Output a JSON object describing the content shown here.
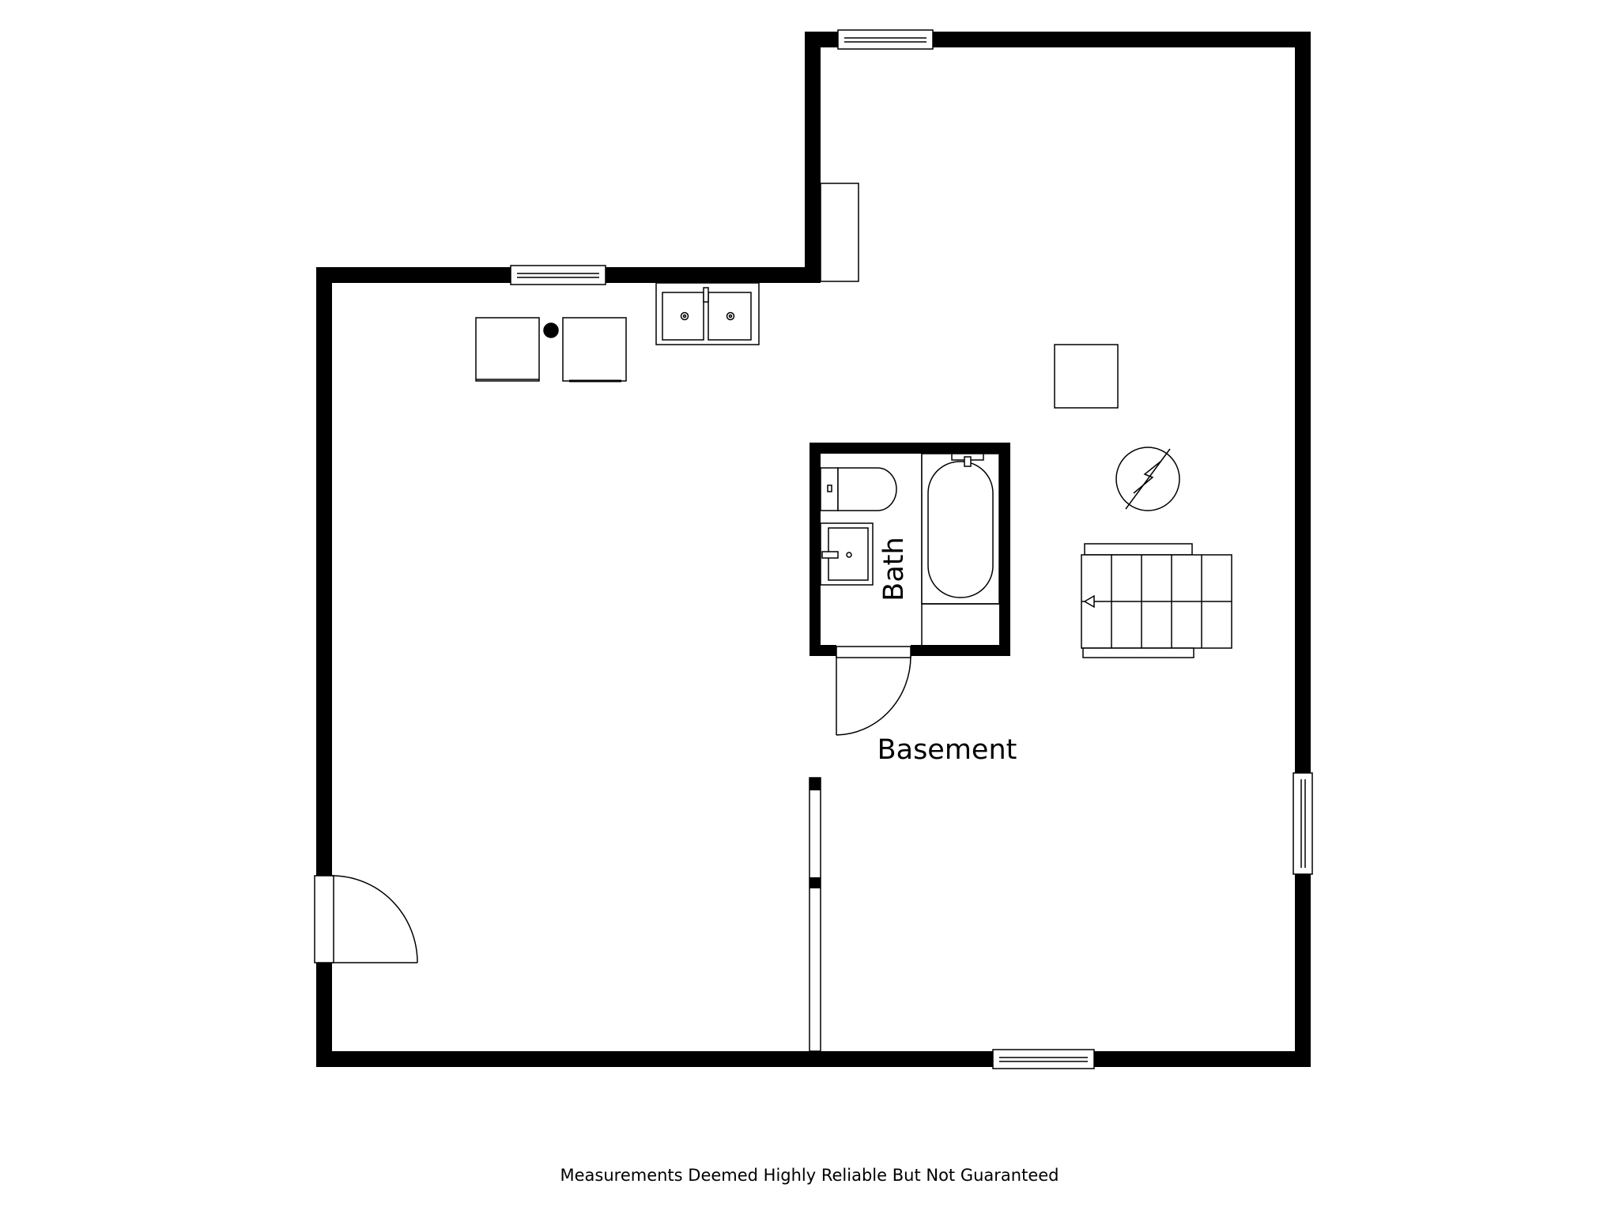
{
  "floorplan": {
    "rooms": {
      "basement": "Basement",
      "bath": "Bath"
    },
    "disclaimer": "Measurements Deemed Highly Reliable But Not Guaranteed"
  },
  "colors": {
    "wall": "#000000",
    "fixture_stroke": "#000000",
    "background": "#ffffff"
  },
  "icons": {
    "water_heater": "water-heater-icon",
    "electrical_panel": "electrical-panel-icon",
    "stairs_arrow": "stairs-direction-arrow-icon"
  }
}
